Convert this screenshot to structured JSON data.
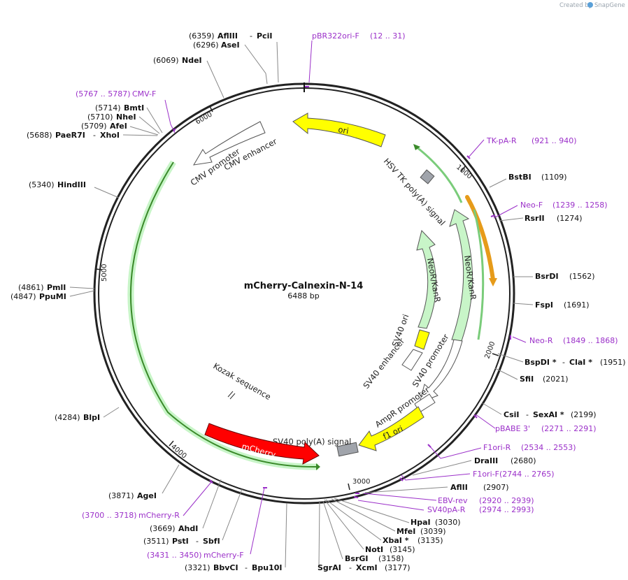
{
  "credit": {
    "created_by": "Created by",
    "brand": "SnapGene"
  },
  "plasmid": {
    "name": "mCherry-Calnexin-N-14",
    "size": "6488 bp",
    "length": 6488
  },
  "ticks": [
    "1000",
    "2000",
    "3000",
    "4000",
    "5000",
    "6000"
  ],
  "colors": {
    "primer": "#9b30c9",
    "text": "#111111",
    "backbone": "#222222"
  },
  "sites": [
    {
      "pos": "(6359)",
      "name": "AflIII",
      "name2": "PciI"
    },
    {
      "pos": "(6296)",
      "name": "AseI"
    },
    {
      "pos": "(6069)",
      "name": "NdeI"
    },
    {
      "pos": "(5714)",
      "name": "BmtI"
    },
    {
      "pos": "(5710)",
      "name": "NheI"
    },
    {
      "pos": "(5709)",
      "name": "AfeI"
    },
    {
      "pos": "(5688)",
      "name": "PaeR7I",
      "name2": "XhoI"
    },
    {
      "pos": "(5340)",
      "name": "HindIII"
    },
    {
      "pos": "(4861)",
      "name": "PmlI"
    },
    {
      "pos": "(4847)",
      "name": "PpuMI"
    },
    {
      "pos": "(4284)",
      "name": "BlpI"
    },
    {
      "pos": "(3871)",
      "name": "AgeI"
    },
    {
      "pos": "(3669)",
      "name": "AhdI"
    },
    {
      "pos": "(3511)",
      "name": "PstI",
      "name2": "SbfI"
    },
    {
      "pos": "(3321)",
      "name": "BbvCI",
      "name2": "Bpu10I"
    },
    {
      "pos": "(3177)",
      "name": "SgrAI",
      "name2": "XcmI"
    },
    {
      "pos": "(3158)",
      "name": "BsrGI"
    },
    {
      "pos": "(3145)",
      "name": "NotI"
    },
    {
      "pos": "(3135)",
      "name": "XbaI *"
    },
    {
      "pos": "(3039)",
      "name": "MfeI"
    },
    {
      "pos": "(3030)",
      "name": "HpaI"
    },
    {
      "pos": "(2907)",
      "name": "AflII"
    },
    {
      "pos": "(2680)",
      "name": "DraIII"
    },
    {
      "pos": "(2199)",
      "name": "CsiI",
      "name2": "SexAI *"
    },
    {
      "pos": "(2021)",
      "name": "SfiI"
    },
    {
      "pos": "(1951)",
      "name": "BspDI *",
      "name2": "ClaI *"
    },
    {
      "pos": "(1691)",
      "name": "FspI"
    },
    {
      "pos": "(1562)",
      "name": "BsrDI"
    },
    {
      "pos": "(1274)",
      "name": "RsrII"
    },
    {
      "pos": "(1109)",
      "name": "BstBI"
    }
  ],
  "primers": [
    {
      "name": "pBR322ori-F",
      "range": "(12 .. 31)"
    },
    {
      "name": "CMV-F",
      "range": "(5767 .. 5787)"
    },
    {
      "name": "TK-pA-R",
      "range": "(921 .. 940)"
    },
    {
      "name": "Neo-F",
      "range": "(1239 .. 1258)"
    },
    {
      "name": "Neo-R",
      "range": "(1849 .. 1868)"
    },
    {
      "name": "pBABE 3'",
      "range": "(2271 .. 2291)"
    },
    {
      "name": "F1ori-R",
      "range": "(2534 .. 2553)"
    },
    {
      "name": "F1ori-F",
      "range": "(2744 .. 2765)"
    },
    {
      "name": "EBV-rev",
      "range": "(2920 .. 2939)"
    },
    {
      "name": "SV40pA-R",
      "range": "(2974 .. 2993)"
    },
    {
      "name": "mCherry-R",
      "range": "(3700 .. 3718)"
    },
    {
      "name": "mCherry-F",
      "range": "(3431 .. 3450)"
    }
  ],
  "features": {
    "ori": "ori",
    "hsv_tk": "HSV TK poly(A) signal",
    "neor_outer": "NeoR/KanR",
    "neor_inner": "NeoR/KanR",
    "sv40_ori": "SV40 ori",
    "sv40_enh": "SV40 enhancer",
    "sv40_prom": "SV40 promoter",
    "ampr_prom": "AmpR promoter",
    "f1_ori": "f1 ori",
    "sv40_polya": "SV40 poly(A) signal",
    "mcherry": "mCherry",
    "kozak": "Kozak sequence",
    "cmv_prom": "CMV promoter",
    "cmv_enh": "CMV enhancer"
  }
}
